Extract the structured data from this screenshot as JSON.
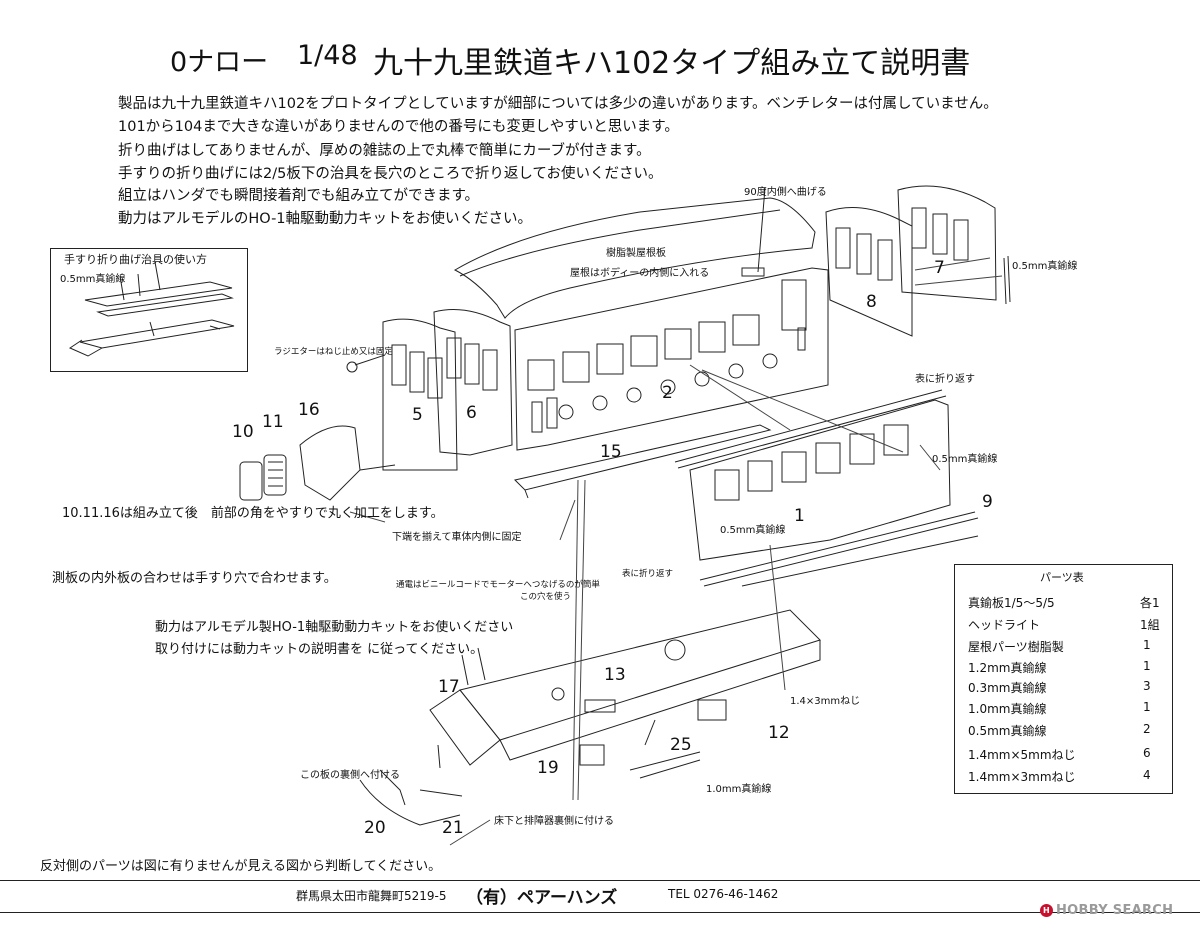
{
  "header": {
    "scale": "0ナロー",
    "ratio": "1/48",
    "title": "九十九里鉄道キハ102タイプ組み立て説明書"
  },
  "intro": [
    "製品は九十九里鉄道キハ102をプロトタイプとしていますが細部については多少の違いがあります。ベンチレターは付属していません。",
    "101から104まで大きな違いがありませんので他の番号にも変更しやすいと思います。",
    "折り曲げはしてありませんが、厚めの雑誌の上で丸棒で簡単にカーブが付きます。",
    "手すりの折り曲げには2/5板下の治具を長穴のところで折り返してお使いください。",
    "組立はハンダでも瞬間接着剤でも組み立てができます。",
    "動力はアルモデルのHO-1軸駆動動力キットをお使いください。"
  ],
  "jig": {
    "title": "手すり折り曲げ治具の使い方",
    "wire": "0.5mm真鍮線"
  },
  "labels": {
    "bend90": "90度内側へ曲げる",
    "roof_resin": "樹脂製屋根板",
    "roof_inside": "屋根はボディーの内側に入れる",
    "wire05_top": "0.5mm真鍮線",
    "radiator": "ラジエターはねじ止め又は固定",
    "fold_out": "表に折り返す",
    "wire05_mid": "0.5mm真鍮線",
    "wire05_low": "0.5mm真鍮線",
    "front_note": "10.11.16は組み立て後　前部の角をやすりで丸く加工をします。",
    "align_note": "下端を揃えて車体内側に固定",
    "side_note": "測板の内外板の合わせは手すり穴で合わせます。",
    "fold_out2": "表に折り返す",
    "wiring": "通電はビニールコードでモーターへつなげるのが簡単",
    "wiring2": "この穴を使う",
    "motor1": "動力はアルモデル製HO-1軸駆動動力キットをお使いください",
    "motor2": "取り付けには動力キットの説明書を に従ってください。",
    "screw": "1.4×3mmねじ",
    "wire10": "1.0mm真鍮線",
    "plate_back": "この板の裏側へ付ける",
    "under_floor": "床下と排障器裏側に付ける",
    "opposite": "反対側のパーツは図に有りませんが見える図から判断してください。"
  },
  "part_numbers": [
    "1",
    "2",
    "5",
    "6",
    "7",
    "8",
    "9",
    "10",
    "11",
    "12",
    "13",
    "15",
    "16",
    "17",
    "19",
    "20",
    "21",
    "25"
  ],
  "parts_table": {
    "title": "パーツ表",
    "rows": [
      {
        "name": "真鍮板1/5～5/5",
        "qty": "各1"
      },
      {
        "name": "ヘッドライト",
        "qty": "1組"
      },
      {
        "name": "屋根パーツ樹脂製",
        "qty": "1"
      },
      {
        "name": "1.2mm真鍮線",
        "qty": "1"
      },
      {
        "name": "0.3mm真鍮線",
        "qty": "3"
      },
      {
        "name": "1.0mm真鍮線",
        "qty": "1"
      },
      {
        "name": "0.5mm真鍮線",
        "qty": "2"
      },
      {
        "name": "1.4mm×5mmねじ",
        "qty": "6"
      },
      {
        "name": "1.4mm×3mmねじ",
        "qty": "4"
      }
    ]
  },
  "footer": {
    "address": "群馬県太田市龍舞町5219-5",
    "company": "（有）ペアーハンズ",
    "tel": "TEL 0276-46-1462"
  },
  "watermark": {
    "text": "HOBBY SEARCH"
  }
}
